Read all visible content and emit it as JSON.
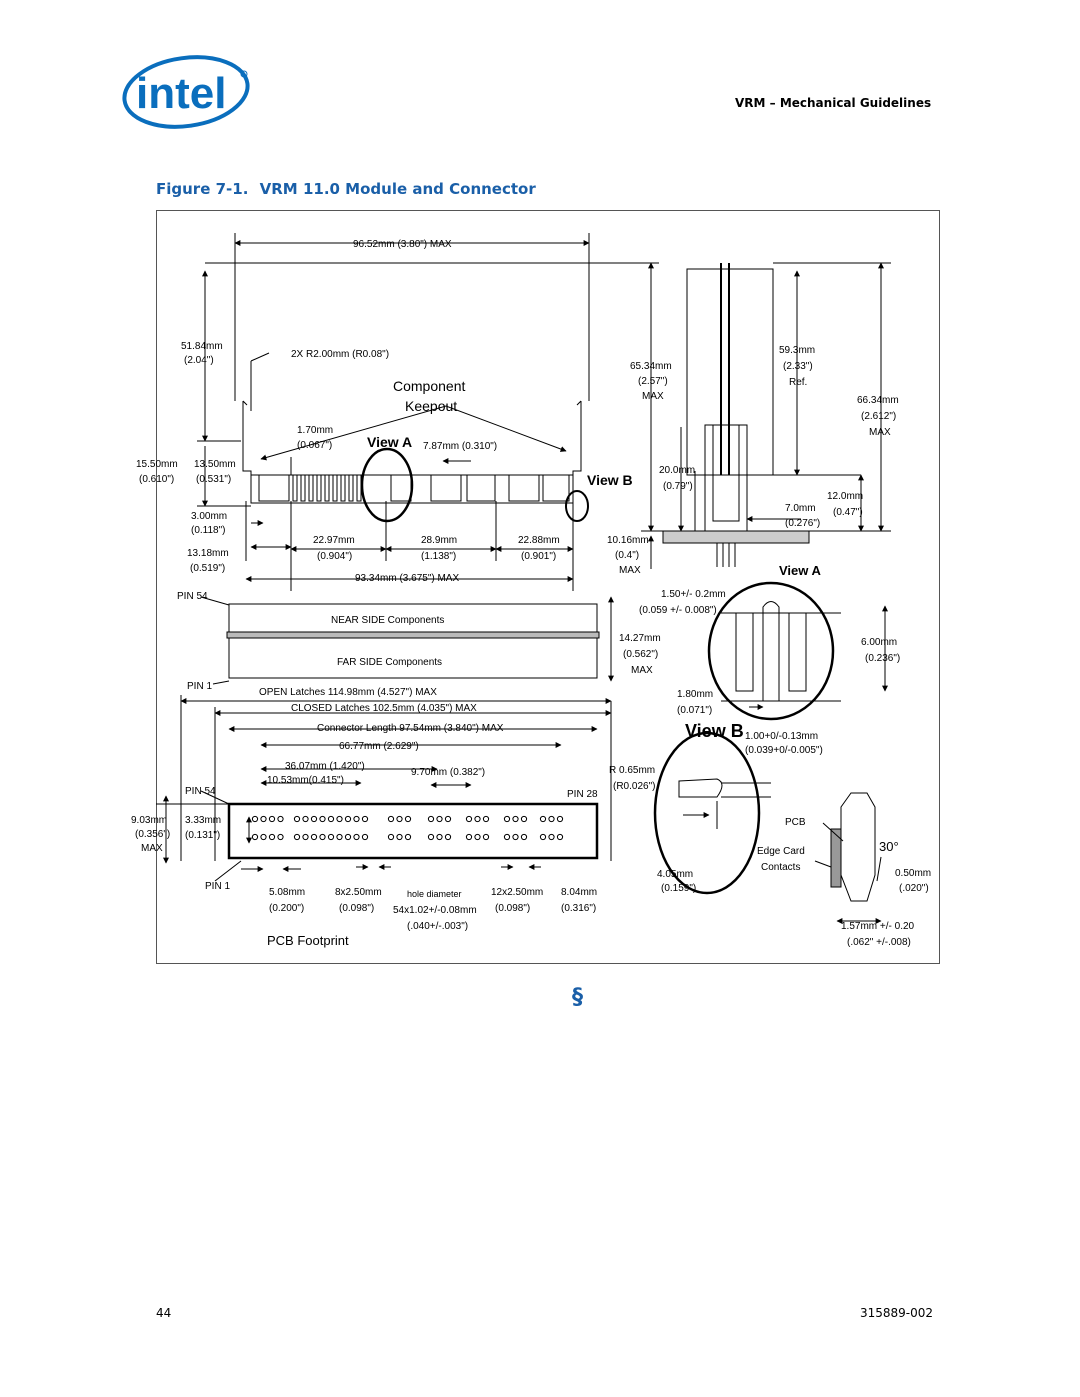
{
  "header": {
    "logo_text": "intel",
    "section_title": "VRM – Mechanical Guidelines"
  },
  "figure": {
    "number": "Figure 7-1.",
    "title": "VRM 11.0 Module and Connector"
  },
  "labels": {
    "top_width": "96.52mm (3.80\") MAX",
    "h5184": "51.84mm",
    "h204": "(2.04\")",
    "radius": "2X R2.00mm (R0.08\")",
    "component": "Component",
    "keepout": "Keepout",
    "w170": "1.70mm",
    "w067": "(0.067\")",
    "view_a": "View A",
    "w787": "7.87mm (0.310\")",
    "h1550": "15.50mm",
    "h610": "(0.610\")",
    "h1350": "13.50mm",
    "h531": "(0.531\")",
    "h300": "3.00mm",
    "h118": "(0.118\")",
    "h1318": "13.18mm",
    "h519": "(0.519\")",
    "w2297": "22.97mm",
    "w904": "(0.904\")",
    "w289": "28.9mm",
    "w1138": "(1.138\")",
    "w2288": "22.88mm",
    "w901": "(0.901\")",
    "w9334": "93.34mm (3.675\") MAX",
    "h6534": "65.34mm",
    "h257": "(2.57\")",
    "max": "MAX",
    "view_b": "View B",
    "h1016": "10.16mm",
    "h04": "(0.4\")",
    "h200": "20.0mm",
    "h079": "(0.79\")",
    "h593": "59.3mm",
    "h233": "(2.33\")",
    "ref": "Ref.",
    "h6634": "66.34mm",
    "h2612": "(2.612\")",
    "h120": "12.0mm",
    "h047": "(0.47\")",
    "h70": "7.0mm",
    "h276": "(0.276\")",
    "pin54": "PIN 54",
    "pin1": "PIN 1",
    "near_side": "NEAR SIDE Components",
    "far_side": "FAR SIDE Components",
    "h1427": "14.27mm",
    "h562": "(0.562\")",
    "d150": "1.50+/- 0.2mm",
    "d059": "(0.059 +/- 0.008\")",
    "h600": "6.00mm",
    "h236": "(0.236\")",
    "d180": "1.80mm",
    "d071": "(0.071\")",
    "open_latches": "OPEN Latches 114.98mm (4.527\") MAX",
    "closed_latches": "CLOSED Latches 102.5mm (4.035\") MAX",
    "connector_len": "Connector Length 97.54mm (3.840\") MAX",
    "w6677": "66.77mm (2.629\")",
    "w3607": "36.07mm (1.420\")",
    "w1053": "10.53mm(0.415\")",
    "w970": "9.70mm (0.382\")",
    "pin28": "PIN 28",
    "r065": "R 0.65mm",
    "r026": "(R0.026\")",
    "t100": "1.00+0/-0.13mm",
    "t039": "(0.039+0/-0.005\")",
    "h903": "9.03mm",
    "h356": "(0.356\")",
    "h333": "3.33mm",
    "h131": "(0.131\")",
    "w508": "5.08mm",
    "w200": "(0.200\")",
    "w8x250": "8x2.50mm",
    "w098": "(0.098\")",
    "hole_d": "hole diameter",
    "hole_v": "54x1.02+/-0.08mm",
    "hole_i": "(.040+/-.003\")",
    "w12x250": "12x2.50mm",
    "w098b": "(0.098\")",
    "w804": "8.04mm",
    "w316": "(0.316\")",
    "pcb_footprint": "PCB Footprint",
    "d405": "4.05mm",
    "d159": "(0.159\")",
    "pcb": "PCB",
    "edge_card": "Edge Card",
    "contacts": "Contacts",
    "angle30": "30°",
    "d050": "0.50mm",
    "d020": "(.020\")",
    "t157": "1.57mm +/- 0.20",
    "t062": "(.062\" +/-.008)"
  },
  "section_mark": "§",
  "footer": {
    "page_number": "44",
    "doc_number": "315889-002"
  }
}
